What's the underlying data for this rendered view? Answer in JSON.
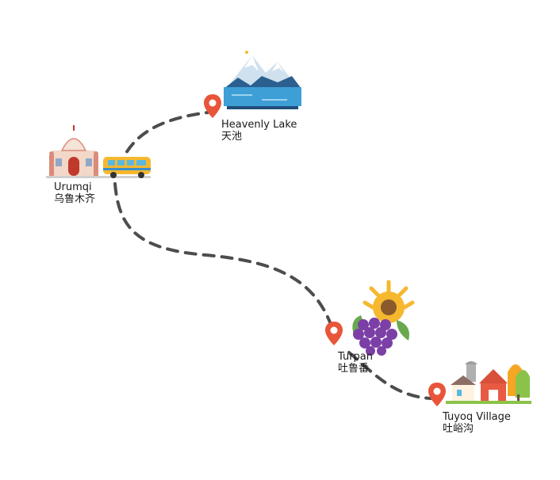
{
  "route": {
    "stops": [
      {
        "id": "urumqi",
        "name_en": "Urumqi",
        "name_cn": "乌鲁木齐",
        "icon": "mosque-and-bus-icon"
      },
      {
        "id": "heavenly-lake",
        "name_en": "Heavenly Lake",
        "name_cn": "天池",
        "icon": "mountain-lake-icon"
      },
      {
        "id": "turpan",
        "name_en": "Turpan",
        "name_cn": "吐鲁番",
        "icon": "grapes-sunflower-icon"
      },
      {
        "id": "tuyoq",
        "name_en": "Tuyoq Village",
        "name_cn": "吐峪沟",
        "icon": "village-farm-icon"
      }
    ]
  },
  "colors": {
    "path": "#4d4d4d",
    "pin": "#e8553a",
    "pin_inner": "#ffffff"
  }
}
